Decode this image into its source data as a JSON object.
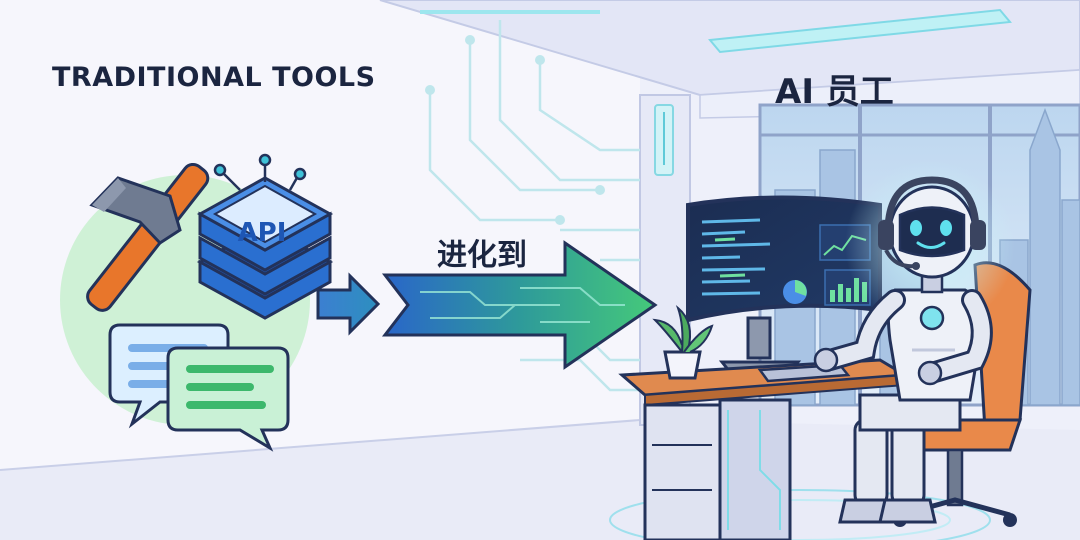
{
  "left_panel": {
    "title": "TRADITIONAL TOOLS",
    "api_label": "API"
  },
  "transition": {
    "label": "进化到"
  },
  "right_panel": {
    "title": "AI 员工"
  },
  "icons": [
    "hammer-icon",
    "api-server-icon",
    "chat-bubbles-icon",
    "robot-icon",
    "monitor-icon",
    "plant-icon"
  ],
  "colors": {
    "accent_cyan": "#3fd3e0",
    "accent_green": "#4cc77d",
    "accent_blue": "#2f6fcf",
    "hammer_orange": "#e8762b",
    "chair_orange": "#e9894a",
    "desk_orange": "#e08a4f",
    "text_dark": "#1b2540"
  }
}
